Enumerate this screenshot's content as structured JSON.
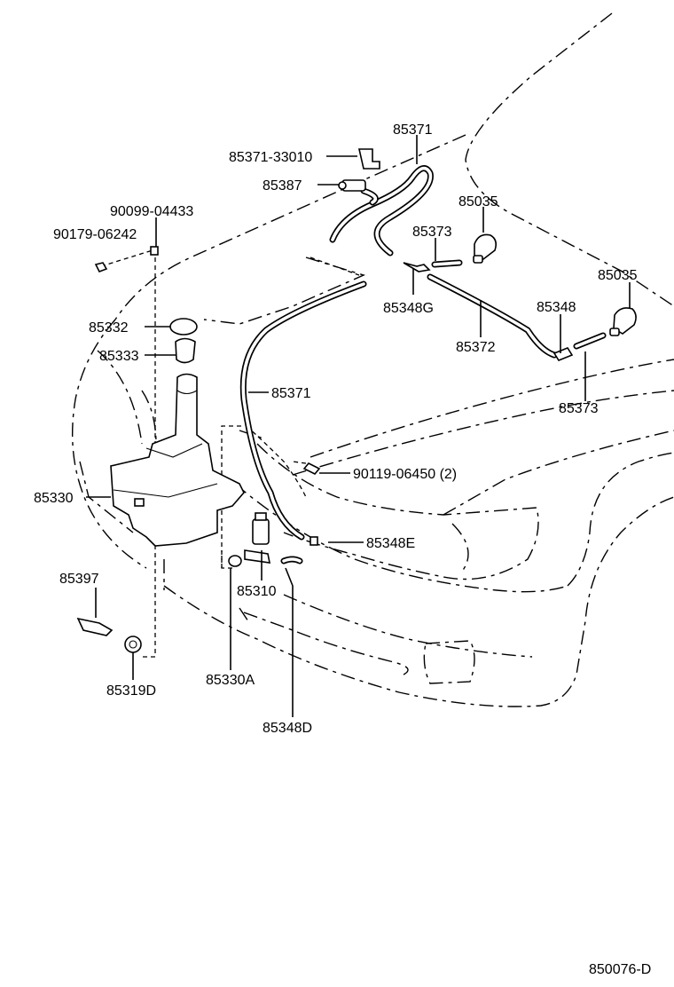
{
  "diagram": {
    "code": "850076-D",
    "labels": {
      "p85371_top": "85371",
      "p85371_33010": "85371-33010",
      "p85387": "85387",
      "p90099_04433": "90099-04433",
      "p90179_06242": "90179-06242",
      "p85035_a": "85035",
      "p85373_a": "85373",
      "p85035_b": "85035",
      "p85332": "85332",
      "p85348G": "85348G",
      "p85348": "85348",
      "p85372": "85372",
      "p85333": "85333",
      "p85371_mid": "85371",
      "p85373_b": "85373",
      "p90119_06450": "90119-06450 (2)",
      "p85330": "85330",
      "p85348E": "85348E",
      "p85397": "85397",
      "p85310": "85310",
      "p85319D": "85319D",
      "p85330A": "85330A",
      "p85348D": "85348D"
    }
  }
}
